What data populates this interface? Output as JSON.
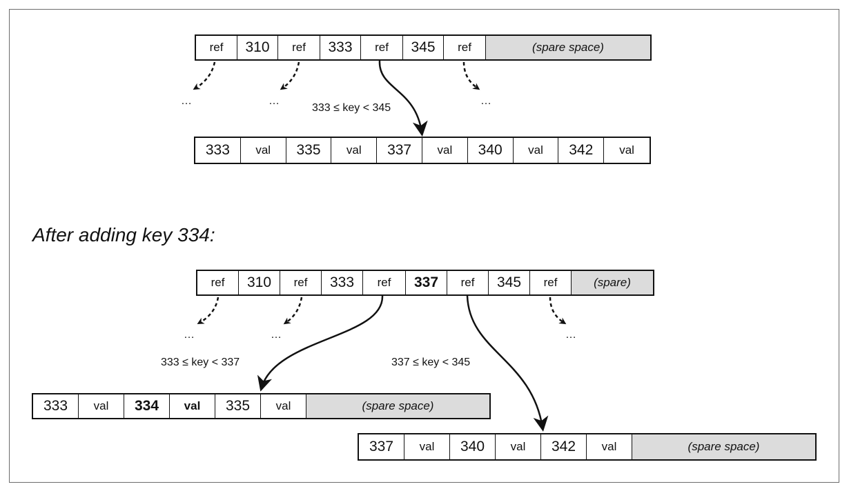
{
  "top_parent": [
    {
      "kind": "ref",
      "text": "ref"
    },
    {
      "kind": "num",
      "text": "310"
    },
    {
      "kind": "ref",
      "text": "ref"
    },
    {
      "kind": "num",
      "text": "333"
    },
    {
      "kind": "ref",
      "text": "ref"
    },
    {
      "kind": "num",
      "text": "345"
    },
    {
      "kind": "ref",
      "text": "ref"
    },
    {
      "kind": "spare",
      "text": "(spare space)"
    }
  ],
  "top_child": [
    {
      "kind": "num",
      "text": "333"
    },
    {
      "kind": "val",
      "text": "val"
    },
    {
      "kind": "num",
      "text": "335"
    },
    {
      "kind": "val",
      "text": "val"
    },
    {
      "kind": "num",
      "text": "337"
    },
    {
      "kind": "val",
      "text": "val"
    },
    {
      "kind": "num",
      "text": "340"
    },
    {
      "kind": "val",
      "text": "val"
    },
    {
      "kind": "num",
      "text": "342"
    },
    {
      "kind": "val",
      "text": "val"
    }
  ],
  "top_range_label": "333 ≤ key < 345",
  "ellipsis": "…",
  "heading": "After adding key 334:",
  "bottom_parent": [
    {
      "kind": "ref",
      "text": "ref"
    },
    {
      "kind": "num",
      "text": "310"
    },
    {
      "kind": "ref",
      "text": "ref"
    },
    {
      "kind": "num",
      "text": "333"
    },
    {
      "kind": "ref",
      "text": "ref"
    },
    {
      "kind": "num",
      "text": "337",
      "bold": true
    },
    {
      "kind": "ref",
      "text": "ref"
    },
    {
      "kind": "num",
      "text": "345"
    },
    {
      "kind": "ref",
      "text": "ref"
    },
    {
      "kind": "spare",
      "text": "(spare)"
    }
  ],
  "left_range_label": "333 ≤ key < 337",
  "right_range_label": "337 ≤ key < 345",
  "left_child": [
    {
      "kind": "num",
      "text": "333"
    },
    {
      "kind": "val",
      "text": "val"
    },
    {
      "kind": "num",
      "text": "334",
      "bold": true
    },
    {
      "kind": "val",
      "text": "val",
      "bold": true
    },
    {
      "kind": "num",
      "text": "335"
    },
    {
      "kind": "val",
      "text": "val"
    },
    {
      "kind": "spare",
      "text": "(spare space)"
    }
  ],
  "right_child": [
    {
      "kind": "num",
      "text": "337"
    },
    {
      "kind": "val",
      "text": "val"
    },
    {
      "kind": "num",
      "text": "340"
    },
    {
      "kind": "val",
      "text": "val"
    },
    {
      "kind": "num",
      "text": "342"
    },
    {
      "kind": "val",
      "text": "val"
    },
    {
      "kind": "spare",
      "text": "(spare space)"
    }
  ],
  "colors": {
    "ink": "#111111",
    "spare_fill": "#dcdcdc",
    "frame": "#6b6b6b"
  }
}
